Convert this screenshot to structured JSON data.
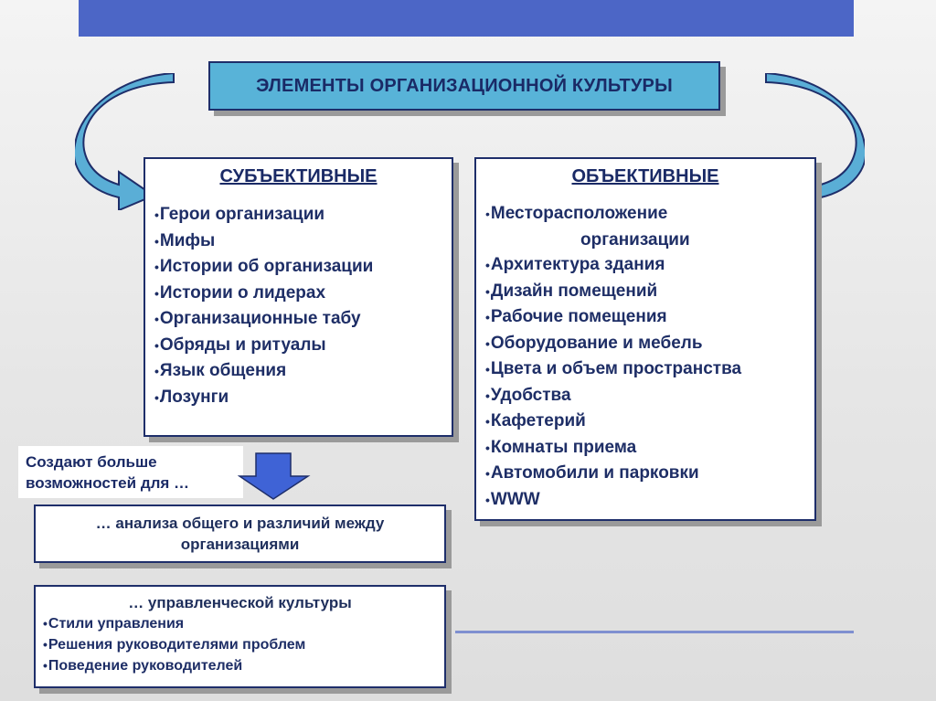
{
  "title": "ЭЛЕМЕНТЫ ОРГАНИЗАЦИОННОЙ КУЛЬТУРЫ",
  "bullet_glyph": "•",
  "subjective": {
    "heading": "СУБЪЕКТИВНЫЕ",
    "items": [
      "Герои организации",
      "Мифы",
      "Истории об организации",
      "Истории о лидерах",
      "Организационные табу",
      "Обряды и ритуалы",
      "Язык общения",
      "Лозунги"
    ]
  },
  "objective": {
    "heading": "ОБЪЕКТИВНЫЕ",
    "first_item_line1": "Месторасположение",
    "first_item_line2": "организации",
    "items": [
      "Архитектура здания",
      "Дизайн помещений",
      "Рабочие помещения",
      "Оборудование и мебель",
      "Цвета и объем пространства",
      "Удобства",
      "Кафетерий",
      "Комнаты приема",
      "Автомобили и парковки",
      "WWW"
    ]
  },
  "note": {
    "line1": "Создают больше",
    "line2": "возможностей для …"
  },
  "analysis": {
    "line1": "… анализа общего и различий между",
    "line2": "организациями"
  },
  "management": {
    "title": "… управленческой культуры",
    "items": [
      "Стили управления",
      "Решения руководителями проблем",
      "Поведение руководителей"
    ]
  },
  "colors": {
    "top_bar": "#4c66c6",
    "title_fill": "#58b3d8",
    "arrow_fill": "#5aaed6",
    "down_arrow_fill": "#3f63d6",
    "border": "#1e2e6a",
    "text": "#1a2a66"
  }
}
